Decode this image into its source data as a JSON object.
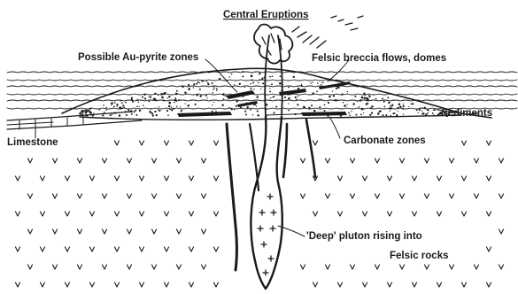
{
  "figure": {
    "title": "Central Eruptions",
    "labels": {
      "au_pyrite": "Possible Au-pyrite zones",
      "felsic_breccia": "Felsic breccia flows, domes",
      "sediments": "Sediments",
      "limestone": "Limestone",
      "carbonate": "Carbonate zones",
      "pluton_line1": "'Deep' pluton rising into",
      "pluton_line2": "Felsic rocks"
    }
  }
}
